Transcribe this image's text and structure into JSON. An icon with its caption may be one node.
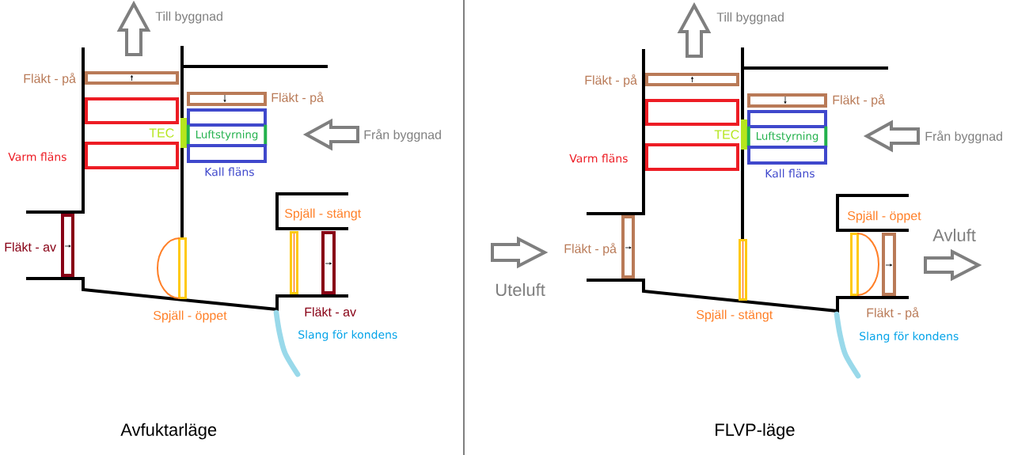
{
  "diagram": {
    "nodes": [
      {
        "text": [],
        "shape": "box"
      },
      {
        "text": [],
        "shape": "box"
      },
      {
        "text": [],
        "shape": "bar",
        "beside": [
          "TEC"
        ]
      },
      {
        "text": [
          "Luftstyrning"
        ]
      },
      {
        "text": [],
        "shape": "box",
        "beside": [
          "Varm fläns"
        ]
      },
      {
        "text": [],
        "shape": "box",
        "beside": [
          "Kall fläns"
        ]
      },
      {
        "text": [],
        "shape": "box"
      },
      {
        "text": [],
        "shape": "box"
      },
      {
        "text": [],
        "shape": "bar",
        "beside": [
          "TEC"
        ]
      },
      {
        "text": [
          "Luftstyrning"
        ]
      },
      {
        "text": [],
        "shape": "box",
        "beside": [
          "Varm fläns"
        ]
      },
      {
        "text": [],
        "shape": "box",
        "beside": [
          "Kall fläns"
        ]
      }
    ],
    "labels": [
      "Till byggnad",
      "Fläkt - på",
      "Fläkt - på",
      "Från byggnad",
      "Spjäll - stängt",
      "Fläkt - av",
      "Spjäll - öppet",
      "Fläkt - av",
      "Slang för kondens",
      "Avfuktarläge",
      "Till byggnad",
      "Fläkt - på",
      "Fläkt - på",
      "Från byggnad",
      "Spjäll - öppet",
      "Avluft",
      "Fläkt - på",
      "Uteluft",
      "Spjäll - stängt",
      "Fläkt - på",
      "Slang för kondens",
      "FLVP-läge"
    ]
  }
}
